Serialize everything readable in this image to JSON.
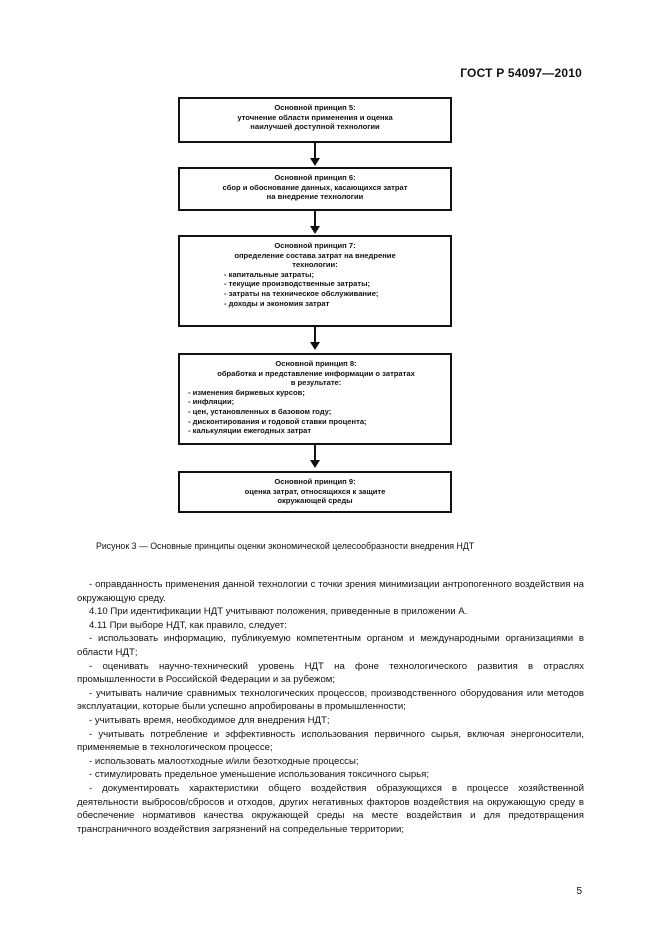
{
  "header": {
    "standard": "ГОСТ Р 54097—2010"
  },
  "flow": {
    "box1": {
      "title": "Основной принцип 5:",
      "lines": [
        "уточнение области применения и оценка",
        "наилучшей доступной технологии"
      ]
    },
    "box2": {
      "title": "Основной принцип 6:",
      "lines": [
        "сбор и обоснование данных, касающихся затрат",
        "на внедрение технологии"
      ]
    },
    "box3": {
      "title": "Основной принцип 7:",
      "lines": [
        "определение состава затрат на внедрение",
        "технологии:"
      ],
      "items": [
        "- капитальные затраты;",
        "- текущие производственные затраты;",
        "- затраты на техническое обслуживание;",
        "- доходы и экономия затрат"
      ]
    },
    "box4": {
      "title": "Основной принцип 8:",
      "lines": [
        "обработка и представление информации о затратах",
        "в результате:"
      ],
      "items": [
        "- изменения биржевых курсов;",
        "- инфляции;",
        "- цен, установленных в базовом году;",
        "- дисконтирования и годовой ставки процента;",
        "- калькуляции ежегодных затрат"
      ]
    },
    "box5": {
      "title": "Основной принцип 9:",
      "lines": [
        "оценка затрат, относящихся к защите",
        "окружающей среды"
      ]
    }
  },
  "caption": "Рисунок  3 — Основные принципы оценки экономической целесообразности внедрения НДТ",
  "paragraphs": [
    "- оправданность применения данной технологии с точки зрения минимизации антропогенного воздействия на окружающую среду.",
    "4.10  При идентификации НДТ учитывают положения, приведенные в приложении А.",
    "4.11  При выборе НДТ, как правило, следует:",
    "- использовать информацию, публикуемую компетентным органом и международными организациями в области НДТ;",
    "- оценивать научно-технический уровень НДТ на фоне технологического развития в отраслях промышленности в Российской Федерации и за рубежом;",
    "- учитывать наличие сравнимых технологических процессов, производственного оборудования или методов эксплуатации, которые были успешно апробированы в промышленности;",
    "- учитывать время, необходимое для внедрения НДТ;",
    "- учитывать потребление и эффективность использования первичного сырья, включая энергоносители, применяемые в технологическом процессе;",
    "- использовать малоотходные и/или безотходные процессы;",
    "- стимулировать предельное уменьшение использования токсичного сырья;",
    "- документировать характеристики общего воздействия образующихся в процессе хозяйственной деятельности выбросов/сбросов и отходов, других негативных факторов воздействия на окружающую среду в обеспечение нормативов качества окружающей среды на месте воздействия и для предотвращения трансграничного воздействия загрязнений на сопредельные территории;"
  ],
  "page_number": "5"
}
